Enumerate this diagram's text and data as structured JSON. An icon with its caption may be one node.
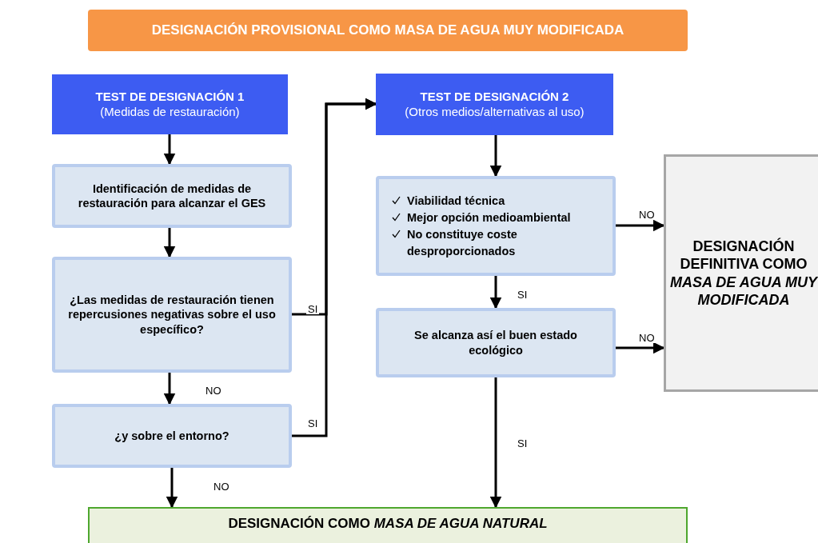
{
  "diagram": {
    "nodes": [
      {
        "text": [
          "DESIGNACIÓN PROVISIONAL COMO MASA DE AGUA MUY MODIFICADA"
        ]
      },
      {
        "text": [
          "TEST DE DESIGNACIÓN 1",
          "(Medidas de restauración)"
        ]
      },
      {
        "text": [
          "Identificación de medidas de restauración para alcanzar el GES"
        ]
      },
      {
        "text": [
          "¿Las medidas de restauración tienen repercusiones negativas sobre el uso específico?"
        ]
      },
      {
        "text": [
          "¿y sobre el entorno?"
        ]
      },
      {
        "text": [
          "TEST DE DESIGNACIÓN 2",
          "(Otros medios/alternativas al uso)"
        ]
      },
      {
        "text": [
          "Viabilidad técnica",
          "Mejor opción medioambiental",
          "No constituye coste desproporcionados"
        ]
      },
      {
        "text": [
          "Se alcanza así el buen estado ecológico"
        ]
      },
      {
        "text": [
          "DESIGNACIÓN DEFINITIVA COMO *MASA DE AGUA MUY MODIFICADA*"
        ]
      },
      {
        "text": [
          "DESIGNACIÓN COMO *MASA DE AGUA NATURAL*"
        ]
      }
    ],
    "edges": [
      {
        "from": 1,
        "to": 2,
        "arrow": "to"
      },
      {
        "from": 2,
        "to": 3,
        "arrow": "to"
      },
      {
        "from": 3,
        "to": 4,
        "arrow": "to",
        "label": "NO"
      },
      {
        "from": 4,
        "to": 9,
        "arrow": "to",
        "label": "NO"
      },
      {
        "from": 3,
        "to": 5,
        "arrow": "to",
        "label": "SI"
      },
      {
        "from": 4,
        "to": 5,
        "arrow": "to",
        "label": "SI"
      },
      {
        "from": 5,
        "to": 6,
        "arrow": "to"
      },
      {
        "from": 6,
        "to": 8,
        "arrow": "to",
        "label": "NO"
      },
      {
        "from": 6,
        "to": 7,
        "arrow": "to",
        "label": "SI"
      },
      {
        "from": 7,
        "to": 8,
        "arrow": "to",
        "label": "NO"
      },
      {
        "from": 7,
        "to": 9,
        "arrow": "to",
        "label": "SI"
      }
    ]
  }
}
